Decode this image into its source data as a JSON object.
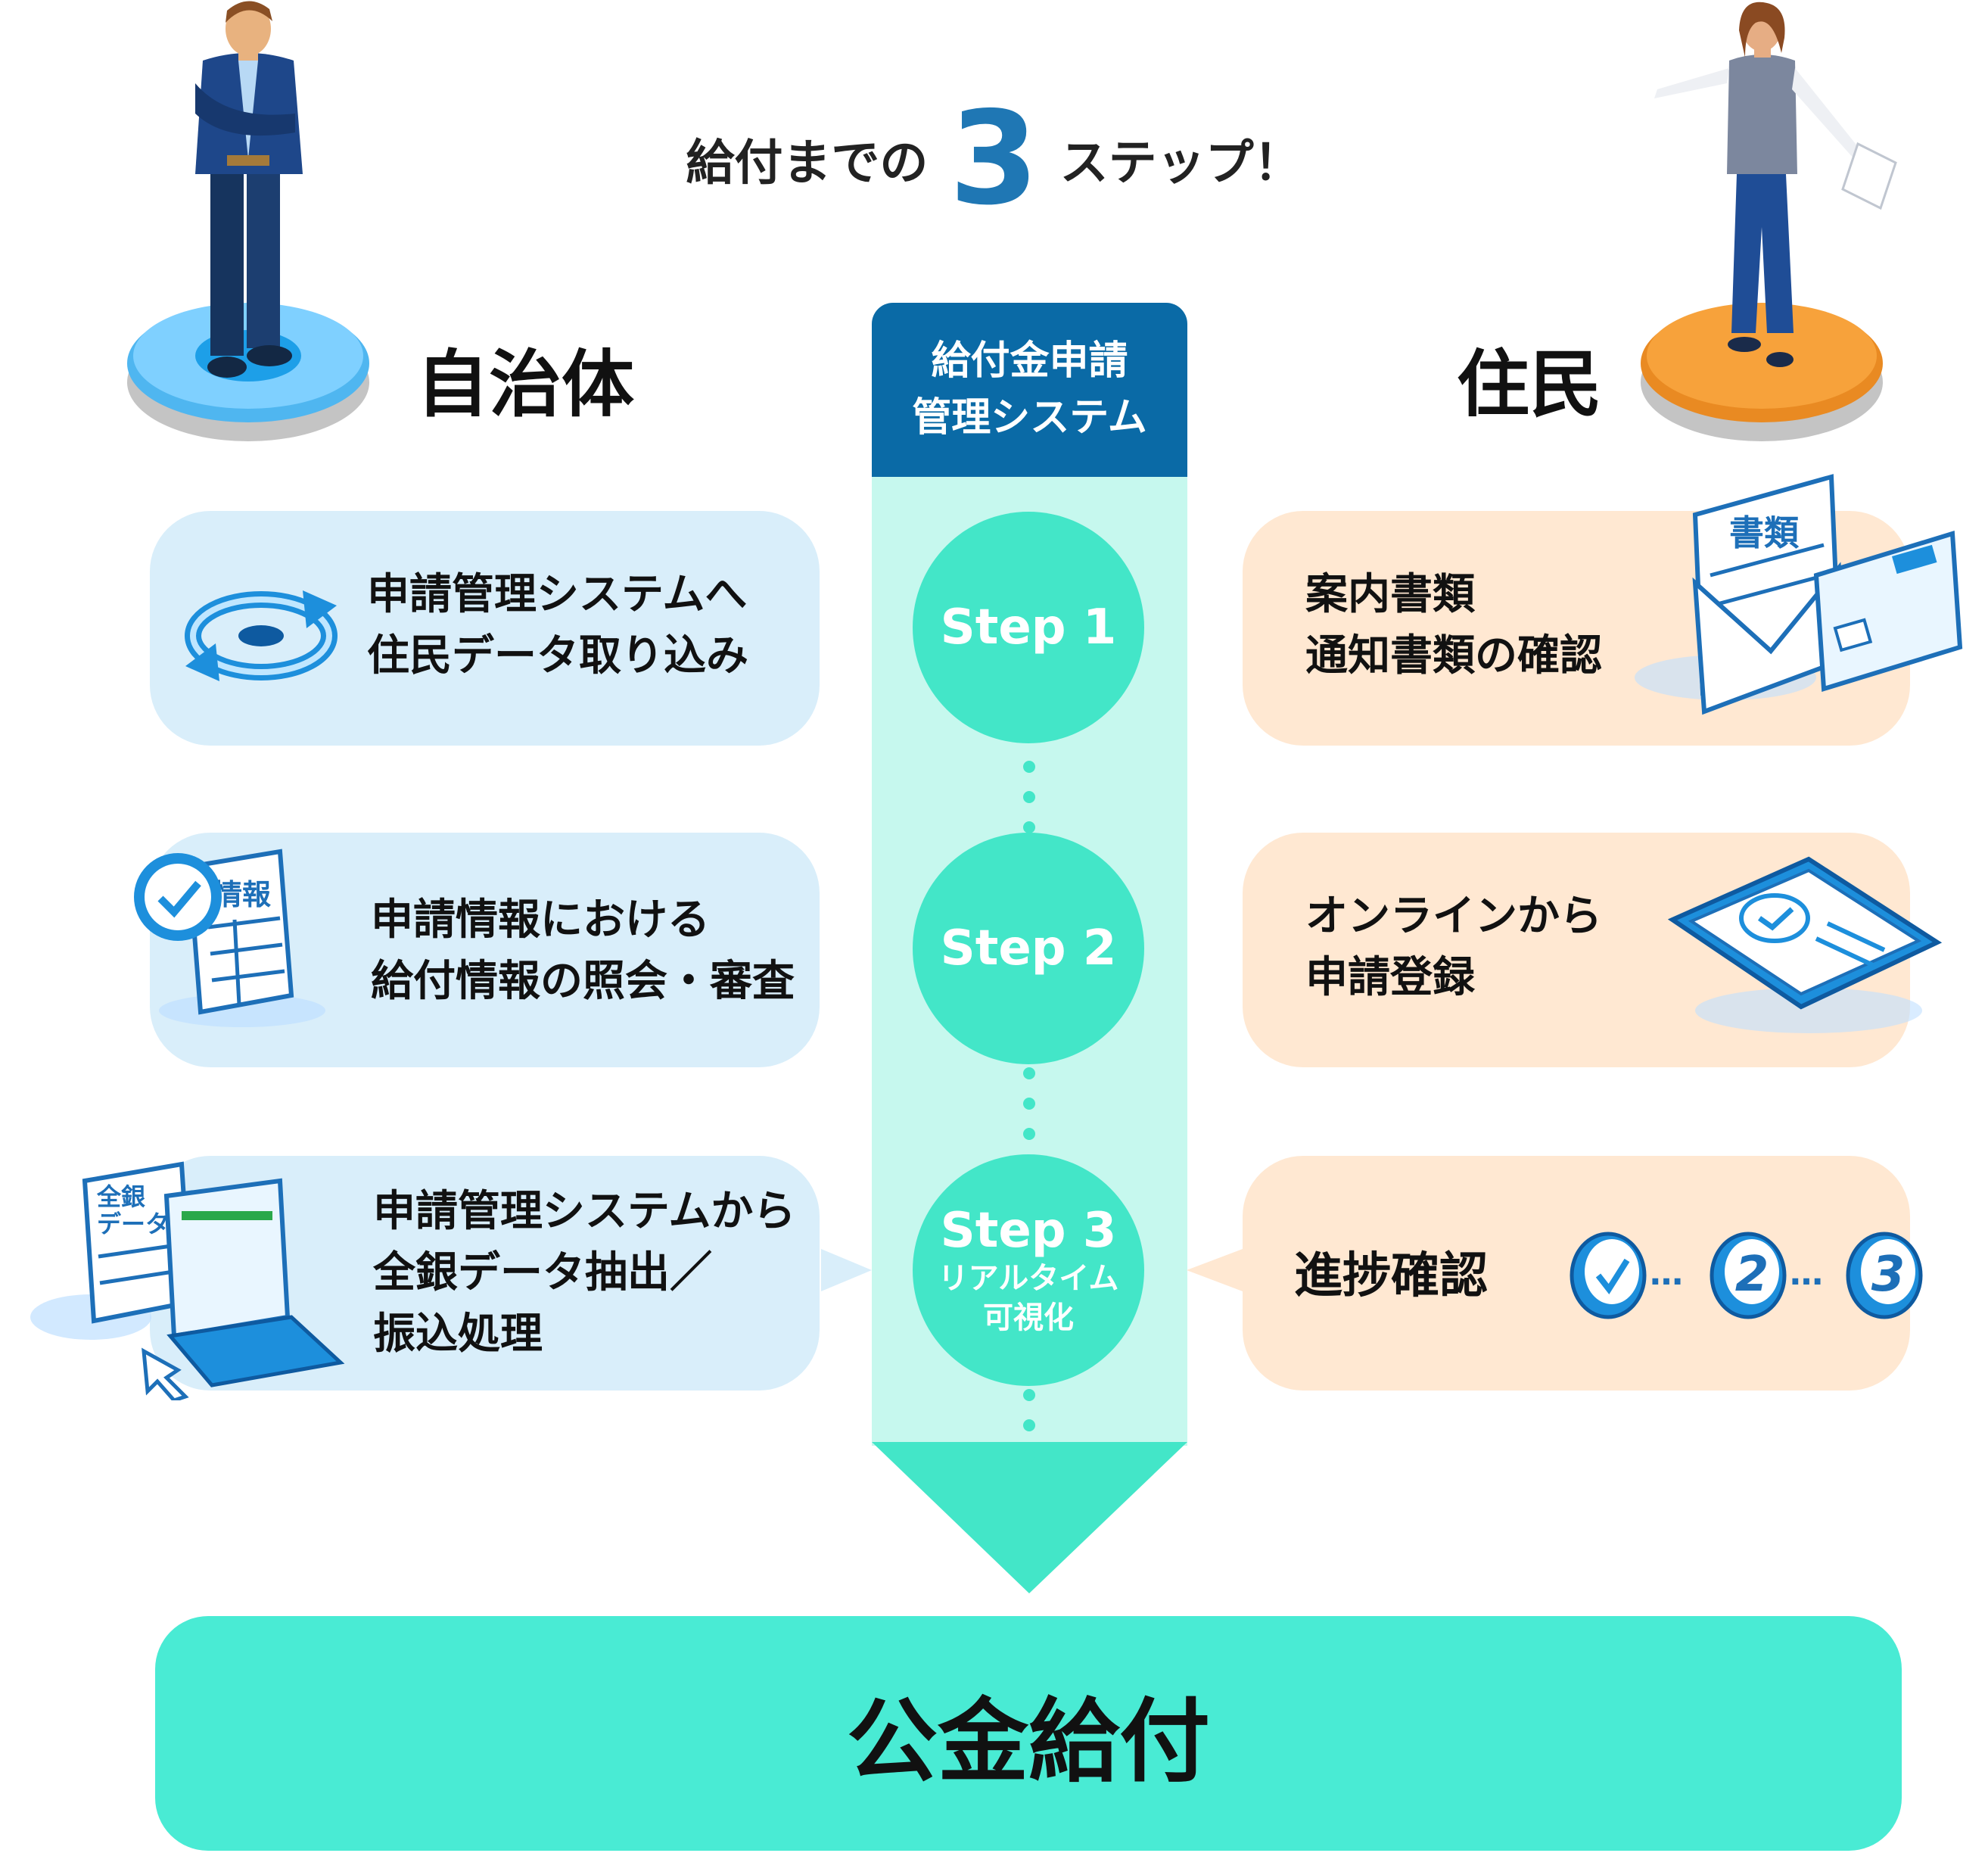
{
  "title": {
    "prefix": "給付までの",
    "number": "3",
    "suffix": "ステップ！"
  },
  "actors": {
    "municipality": "自治体",
    "resident": "住民"
  },
  "system": {
    "line1": "給付金申請",
    "line2": "管理システム"
  },
  "steps": [
    {
      "label": "Step 1"
    },
    {
      "label": "Step 2"
    },
    {
      "label": "Step 3",
      "sub1": "リアルタイム",
      "sub2": "可視化"
    }
  ],
  "municipality_cards": [
    {
      "lines": [
        "申請管理システムへ",
        "住民データ取り込み"
      ]
    },
    {
      "lines": [
        "申請情報における",
        "給付情報の照会・審査"
      ],
      "icon_text": "情報"
    },
    {
      "lines": [
        "申請管理システムから",
        "全銀データ抽出／",
        "振込処理"
      ],
      "icon_text1": "全銀",
      "icon_text2": "データ"
    }
  ],
  "resident_cards": [
    {
      "lines": [
        "案内書類",
        "通知書類の確認"
      ],
      "icon_text": "書類"
    },
    {
      "lines": [
        "オンラインから",
        "申請登録"
      ]
    },
    {
      "lines": [
        "進捗確認"
      ],
      "progress": {
        "n2": "2",
        "n3": "3",
        "dots": "…"
      }
    }
  ],
  "result": "公金給付",
  "colors": {
    "blue": "#0a6aa6",
    "teal": "#43e6c8",
    "light_teal": "#c6f8ee",
    "muni_bg": "#d9eefa",
    "res_bg": "#ffe8d2",
    "orange": "#f7a23b"
  }
}
